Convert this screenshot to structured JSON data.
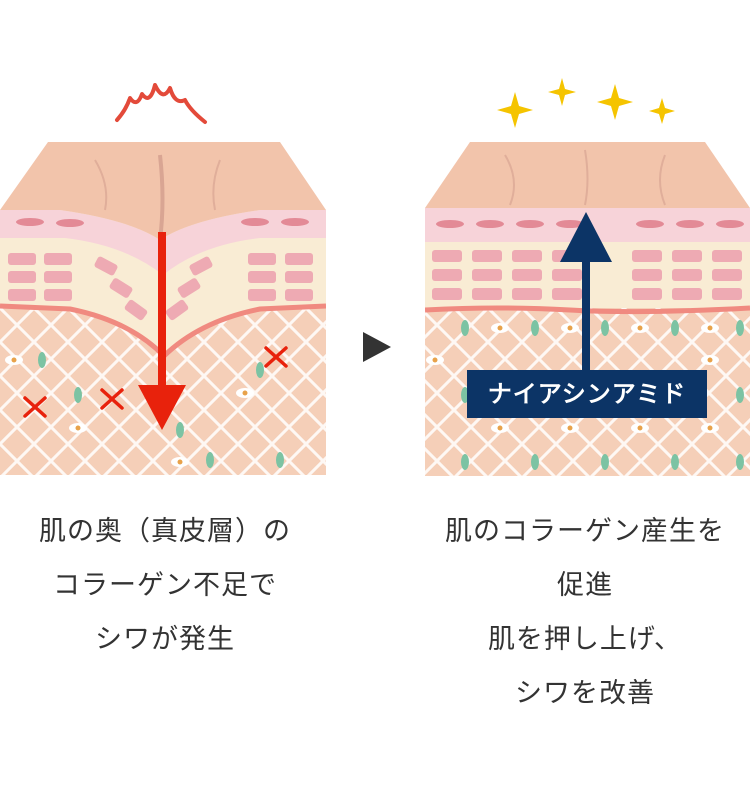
{
  "left": {
    "caption_lines": [
      "肌の奥（真皮層）の",
      "コラーゲン不足で",
      "シワが発生"
    ],
    "icons": [
      "stress-zigzag-icon",
      "cross-mark-icon",
      "down-arrow-icon"
    ]
  },
  "right": {
    "label": "ナイアシンアミド",
    "caption_lines": [
      "肌のコラーゲン産生を",
      "促進",
      "肌を押し上げ、",
      "シワを改善"
    ],
    "icons": [
      "sparkle-icon",
      "up-arrow-icon"
    ]
  },
  "colors": {
    "skin_top": "#f2c4ab",
    "epidermis": "#f7d3d9",
    "dermis": "#f9ecd4",
    "deep_layer": "#f5cfb8",
    "down_arrow": "#e8220c",
    "up_arrow": "#0c3466",
    "sparkle": "#f5c400",
    "stress": "#e34a3a"
  }
}
